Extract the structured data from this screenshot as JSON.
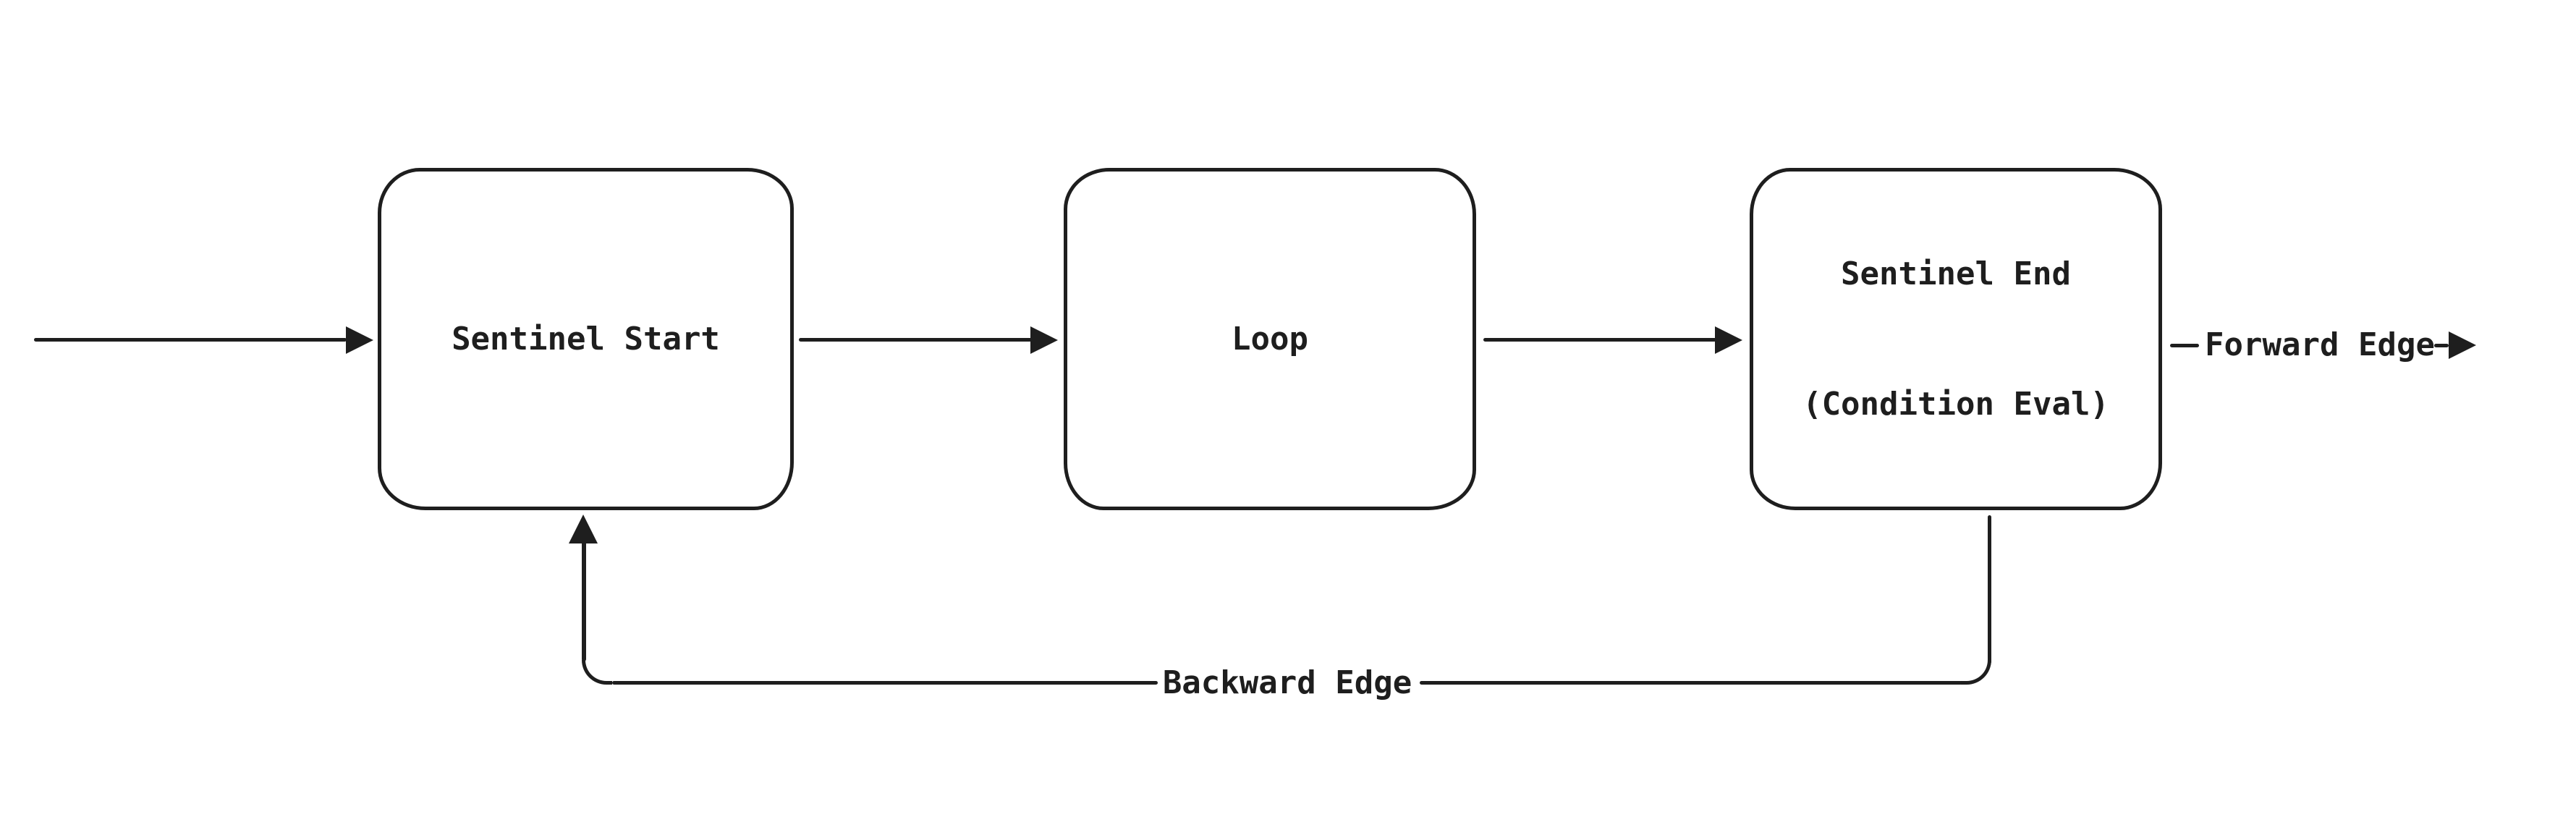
{
  "canvas": {
    "background": "#ffffff",
    "stroke_color": "#1e1e1e"
  },
  "nodes": [
    {
      "id": "sentinel-start",
      "label": "Sentinel Start"
    },
    {
      "id": "loop",
      "label": "Loop"
    },
    {
      "id": "sentinel-end",
      "label": "Sentinel End",
      "sublabel": "(Condition Eval)"
    }
  ],
  "edge_labels": {
    "forward": "Forward Edge",
    "backward": "Backward Edge"
  }
}
